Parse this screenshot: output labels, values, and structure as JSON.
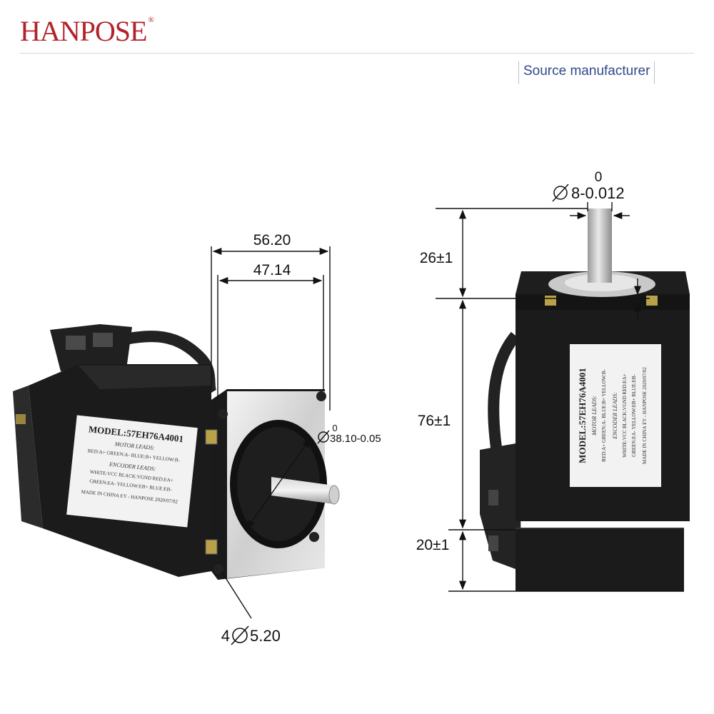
{
  "brand": {
    "name": "HANPOSE",
    "mark": "®"
  },
  "header": {
    "tag": "Source manufacturer"
  },
  "front_view": {
    "dim_outer": "56.20",
    "dim_hole_pitch": "47.14",
    "boss_diameter_value": "38.10-0.05",
    "boss_tolerance_upper": "0",
    "mount_holes": "5.20",
    "mount_holes_count": "4",
    "label": {
      "model": "MODEL:57EH76A4001",
      "motor_leads": "MOTOR LEADS:",
      "motor_row": "RED:A+   GREEN:A-   BLUE:B+   YELLOW:B-",
      "encoder_leads": "ENCODER LEADS:",
      "encoder_row1": "WHITE:VCC   BLACK:VGND   RED:EA+",
      "encoder_row2": "GREEN:EA-   YELLOW:EB+   BLUE:EB-",
      "made_in": "MADE IN CHINA   EY - HANPOSE 2020/07/02"
    }
  },
  "side_view": {
    "shaft_tolerance_upper": "0",
    "shaft_diameter_value": "8-0.012",
    "shaft_length": "26±1",
    "body_length": "76±1",
    "encoder_length": "20±1"
  },
  "colors": {
    "brand": "#b3222a",
    "source_text": "#2f4a8a",
    "motor_body": "#1b1b1b",
    "label_bg": "#f2f2f2"
  }
}
